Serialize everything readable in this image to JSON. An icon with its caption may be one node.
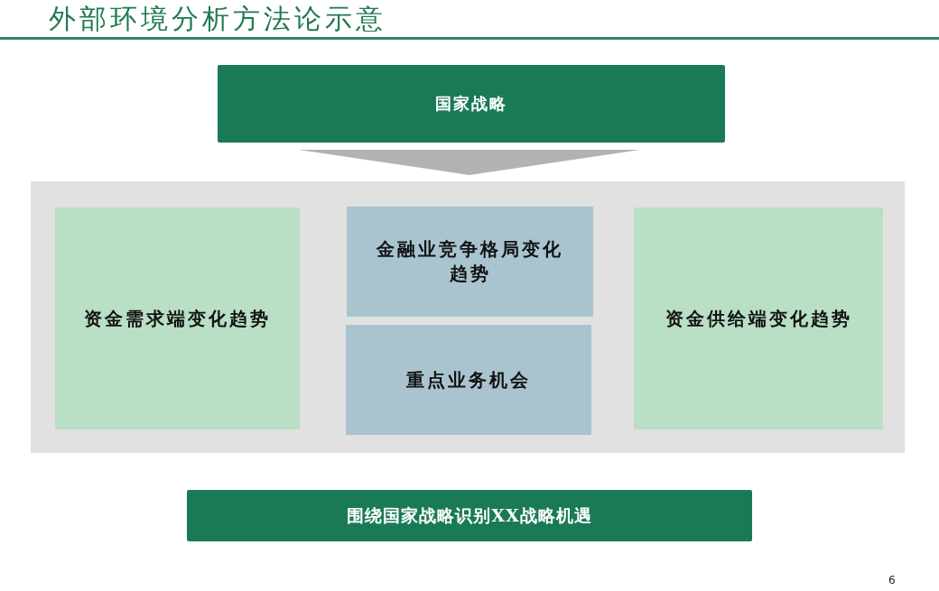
{
  "diagram": {
    "title": "外部环境分析方法论示意",
    "nodes": [
      {
        "text": [
          "国家战略"
        ]
      },
      {
        "text": [],
        "shape": "box"
      },
      {
        "text": [
          "资金需求端变化趋势"
        ],
        "in": 1
      },
      {
        "text": [
          "金融业竞争格局变化趋势"
        ],
        "in": 1
      },
      {
        "text": [
          "重点业务机会"
        ],
        "in": 1
      },
      {
        "text": [
          "资金供给端变化趋势"
        ],
        "in": 1
      },
      {
        "text": [
          "围绕国家战略识别XX战略机遇"
        ]
      }
    ],
    "edges": [
      {
        "from": 0,
        "to": 1,
        "arrow": "to"
      }
    ],
    "labels": [
      "6"
    ]
  }
}
